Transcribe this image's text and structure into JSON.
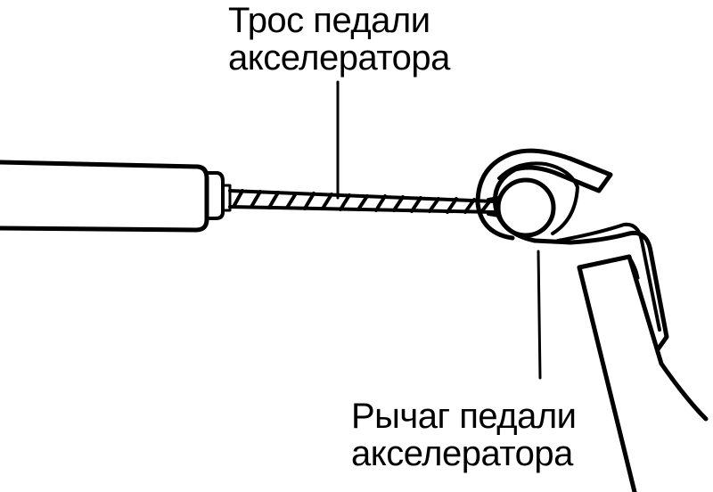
{
  "labels": {
    "cable": {
      "line1": "Трос педали",
      "line2": "акселератора"
    },
    "lever": {
      "line1": "Рычаг педали",
      "line2": "акселератора"
    }
  },
  "colors": {
    "ink": "#000000",
    "paper": "#ffffff"
  }
}
